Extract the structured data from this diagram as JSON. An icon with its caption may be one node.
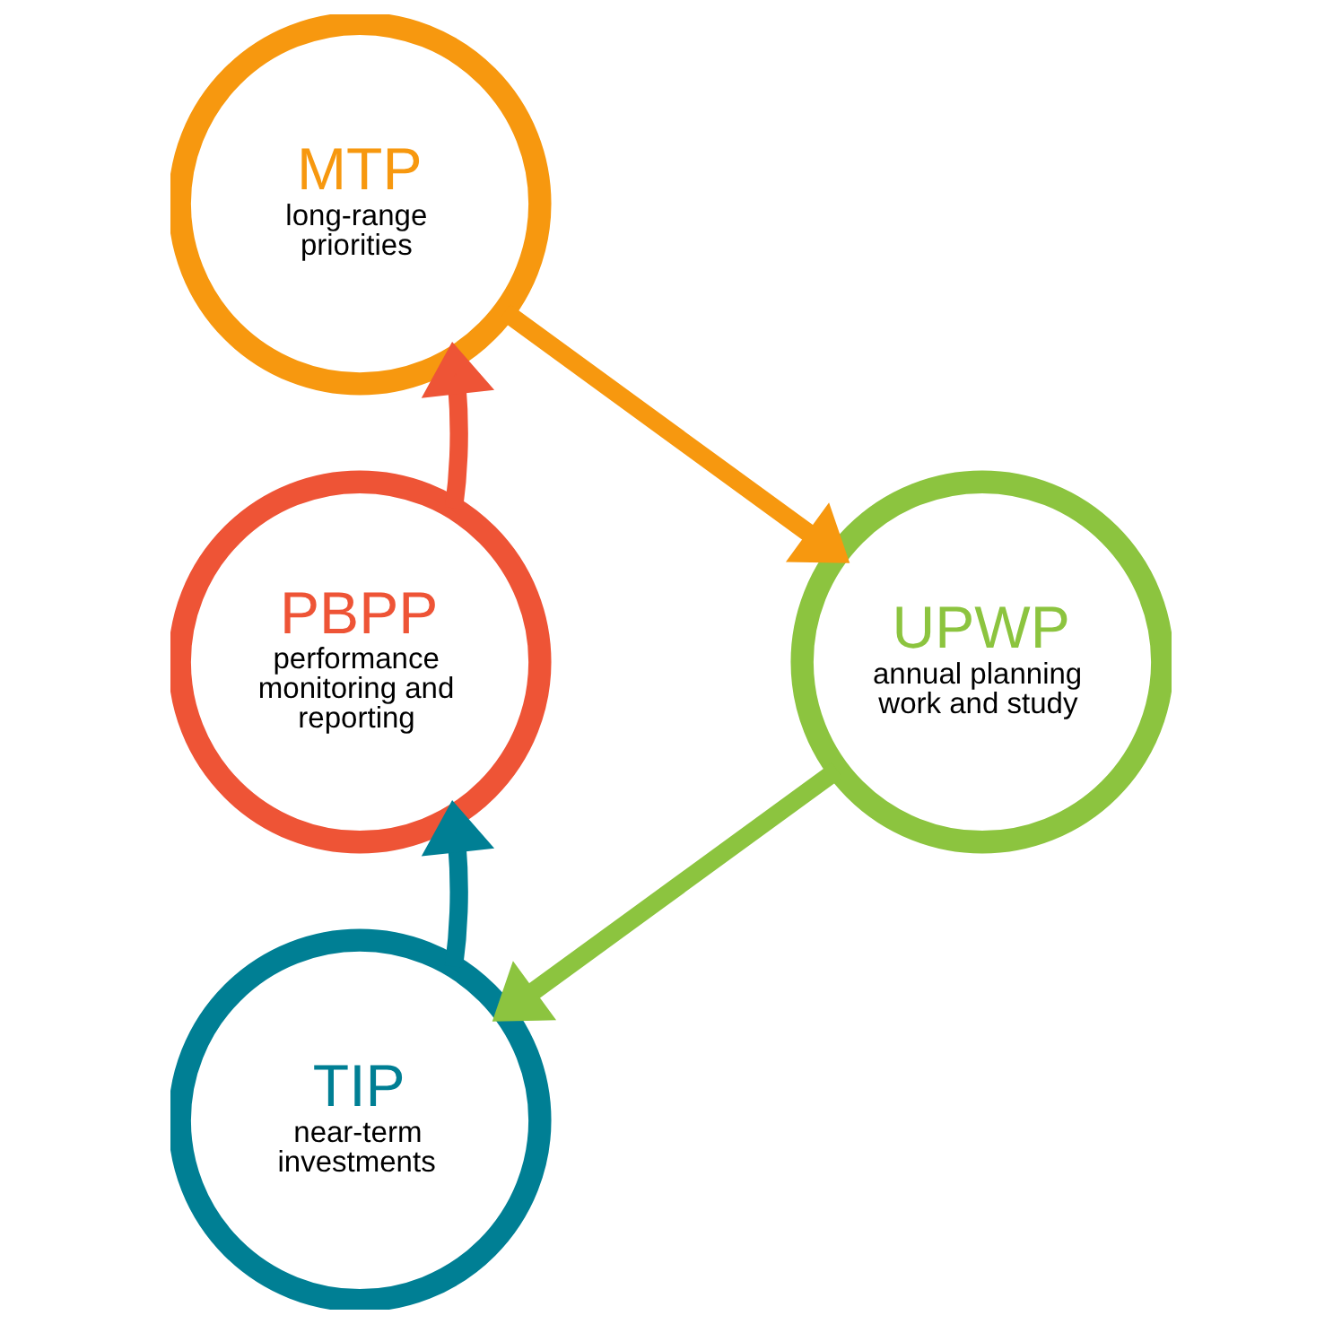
{
  "diagram": {
    "nodes": [
      {
        "text": [
          "MTP",
          "long-range priorities"
        ]
      },
      {
        "text": [
          "PBPP",
          "performance monitoring and reporting"
        ]
      },
      {
        "text": [
          "UPWP",
          "annual planning work and study"
        ]
      },
      {
        "text": [
          "TIP",
          "near-term investments"
        ]
      }
    ],
    "edges": [
      {
        "from": 0,
        "to": 2,
        "arrow": "to",
        "color": "#f7980f"
      },
      {
        "from": 2,
        "to": 3,
        "arrow": "to",
        "color": "#8cc43f"
      },
      {
        "from": 3,
        "to": 1,
        "arrow": "to",
        "color": "#007f94"
      },
      {
        "from": 1,
        "to": 0,
        "arrow": "to",
        "color": "#ee5436"
      }
    ]
  }
}
